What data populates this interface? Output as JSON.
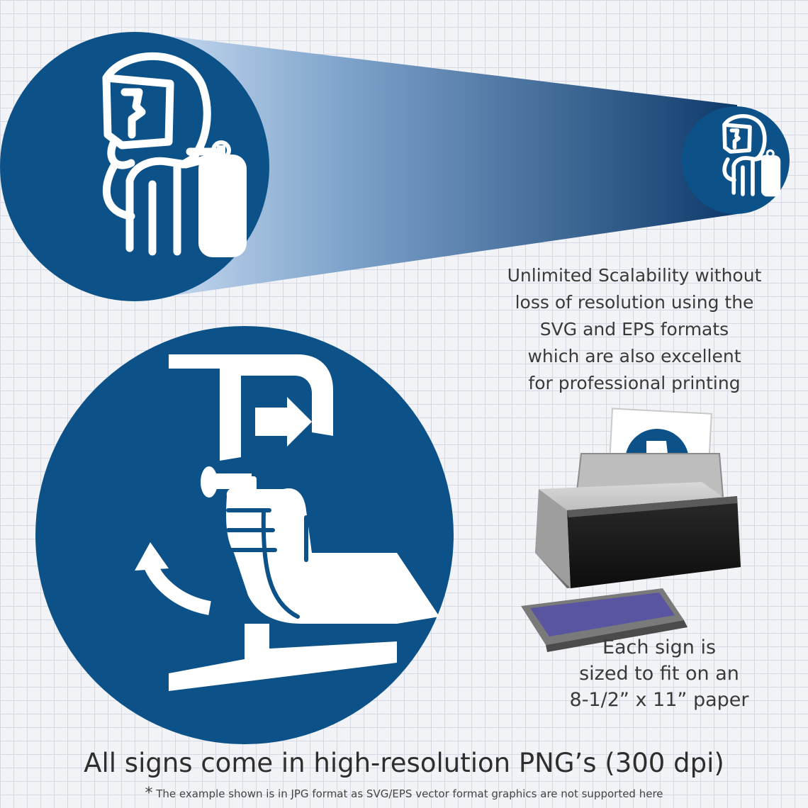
{
  "colors": {
    "sign_blue": "#0c5289",
    "beam_light": "#cfe0f4",
    "beam_dark": "#0e3a6b",
    "grid_line": "#d6d9e4",
    "background": "#f2f3f7"
  },
  "scalability_text": {
    "lines": [
      "Unlimited Scalability without",
      "loss of resolution using the",
      "SVG and EPS formats",
      "which are also excellent",
      "for professional printing"
    ]
  },
  "paper_text": {
    "lines": [
      "Each sign is",
      "sized to fit on an",
      "8-1/2” x 11” paper"
    ]
  },
  "png_note": "All signs come in high-resolution PNG’s (300 dpi)",
  "footnote": {
    "marker": "*",
    "text": "The example shown is in JPG format as SVG/EPS vector format graphics are not supported here"
  },
  "icons": [
    "breathing-apparatus-sign-icon",
    "pull-handle-sign-icon",
    "printer-icon"
  ]
}
